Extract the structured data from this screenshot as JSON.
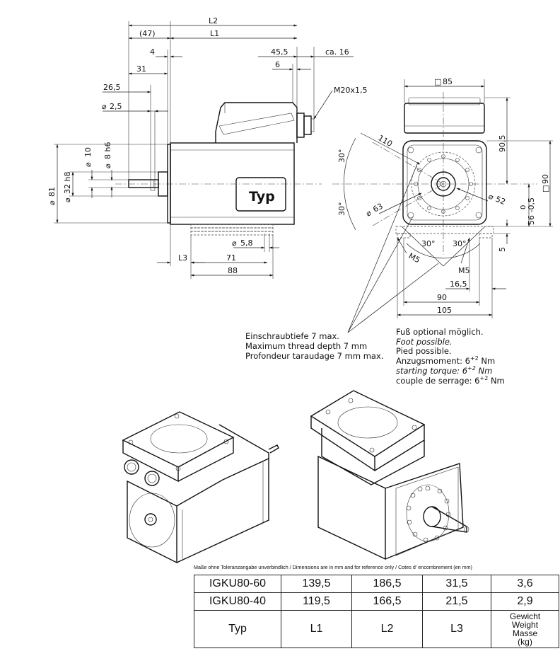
{
  "side_view": {
    "dims": {
      "L2": "L2",
      "L1": "L1",
      "d47": "(47)",
      "d4": "4",
      "d31": "31",
      "d26_5": "26,5",
      "d2_5": "2,5",
      "d45_5": "45,5",
      "d6": "6",
      "ca16": "ca. 16",
      "m20": "M20x1,5",
      "d81": "81",
      "d32h8": "32 h8",
      "d10": "10",
      "d8h6": "8 h6",
      "d5_8": "5,8",
      "L3": "L3",
      "d71": "71",
      "d88": "88"
    },
    "type_label": "Typ",
    "diameter_symbol": "⌀"
  },
  "front_view": {
    "dims": {
      "sq85": "85",
      "d90_5": "90,5",
      "sq90": "90",
      "d110": "110",
      "ang30a": "30°",
      "ang30b": "30°",
      "d63": "63",
      "d52": "52",
      "d0": "0",
      "d56": "56 -0,5",
      "d5": "5",
      "ang30c": "30°",
      "ang30d": "30°",
      "M5a": "M5",
      "M5b": "M5",
      "d16_5": "16,5",
      "d90": "90",
      "d105": "105"
    },
    "square_symbol": "□"
  },
  "notes": {
    "thread_de": "Einschraubtiefe 7 max.",
    "thread_en": "Maximum thread depth 7 mm",
    "thread_fr": "Profondeur taraudage 7 mm max.",
    "foot_de": "Fuß optional möglich.",
    "foot_en": "Foot possible.",
    "foot_fr": "Pied possible.",
    "torque_de": "Anzugsmoment: 6",
    "torque_en": "starting torque: 6",
    "torque_fr": "couple de serrage: 6",
    "torque_tol": "+2",
    "torque_unit": " Nm"
  },
  "disclaimer": "Maße ohne Toleranzangabe unverbindlich / Dimensions are in mm and for reference only / Cotes d' encombrement (en mm)",
  "table": {
    "rows": [
      [
        "IGKU80-60",
        "139,5",
        "186,5",
        "31,5",
        "3,6"
      ],
      [
        "IGKU80-40",
        "119,5",
        "166,5",
        "21,5",
        "2,9"
      ]
    ],
    "header": [
      "Typ",
      "L1",
      "L2",
      "L3"
    ],
    "weight_header": [
      "Gewicht",
      "Weight",
      "Masse",
      "(kg)"
    ]
  }
}
